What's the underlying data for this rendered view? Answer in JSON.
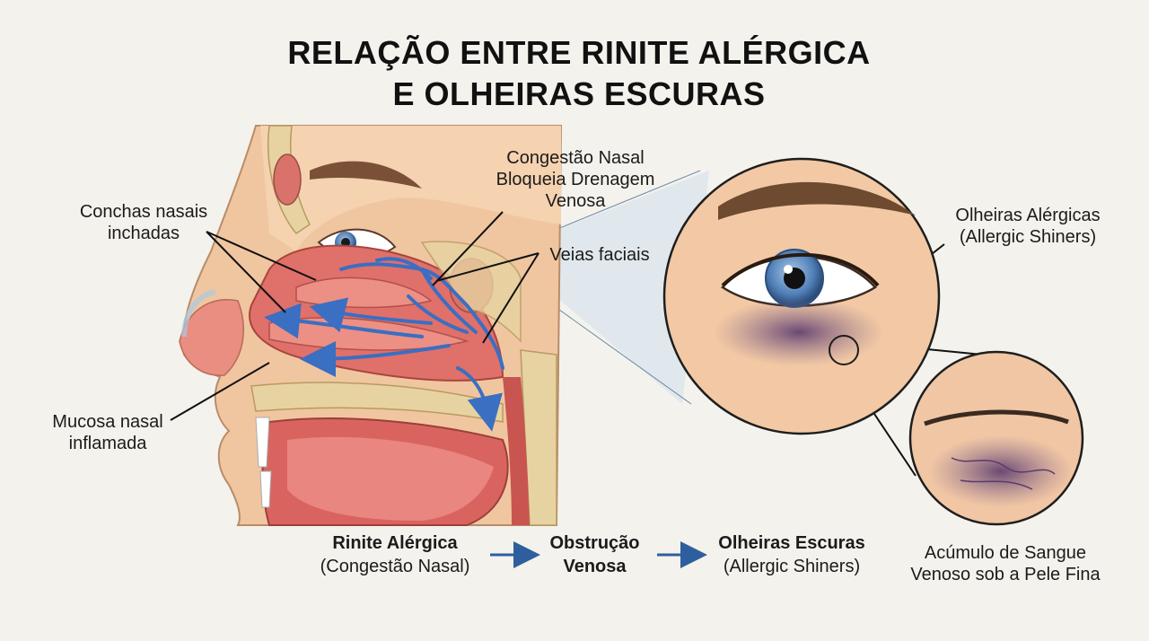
{
  "title": {
    "line1": "RELAÇÃO ENTRE RINITE ALÉRGICA",
    "line2": "E OLHEIRAS ESCURAS"
  },
  "labels": {
    "conchas_line1": "Conchas nasais",
    "conchas_line2": "inchadas",
    "mucosa_line1": "Mucosa nasal",
    "mucosa_line2": "inflamada",
    "congestao_line1": "Congestão Nasal",
    "congestao_line2": "Bloqueia Drenagem",
    "congestao_line3": "Venosa",
    "veias": "Veias faciais",
    "olheiras_line1": "Olheiras Alérgicas",
    "olheiras_line2": "(Allergic Shiners)",
    "acumulo_line1": "Acúmulo de Sangue",
    "acumulo_line2": "Venoso sob a Pele Fina"
  },
  "flow": {
    "step1_bold": "Rinite Alérgica",
    "step1_sub": "(Congestão Nasal)",
    "step2_bold1": "Obstrução",
    "step2_bold2": "Venosa",
    "step3_bold": "Olheiras Escuras",
    "step3_sub": "(Allergic Shiners)"
  },
  "colors": {
    "background": "#f4f2ec",
    "vein_blue": "#3a6fc2",
    "arrow_blue": "#2d5f9e",
    "tissue_red": "#e06a62",
    "skin": "#f2c9a4",
    "bruise": "#6b4a7c"
  }
}
